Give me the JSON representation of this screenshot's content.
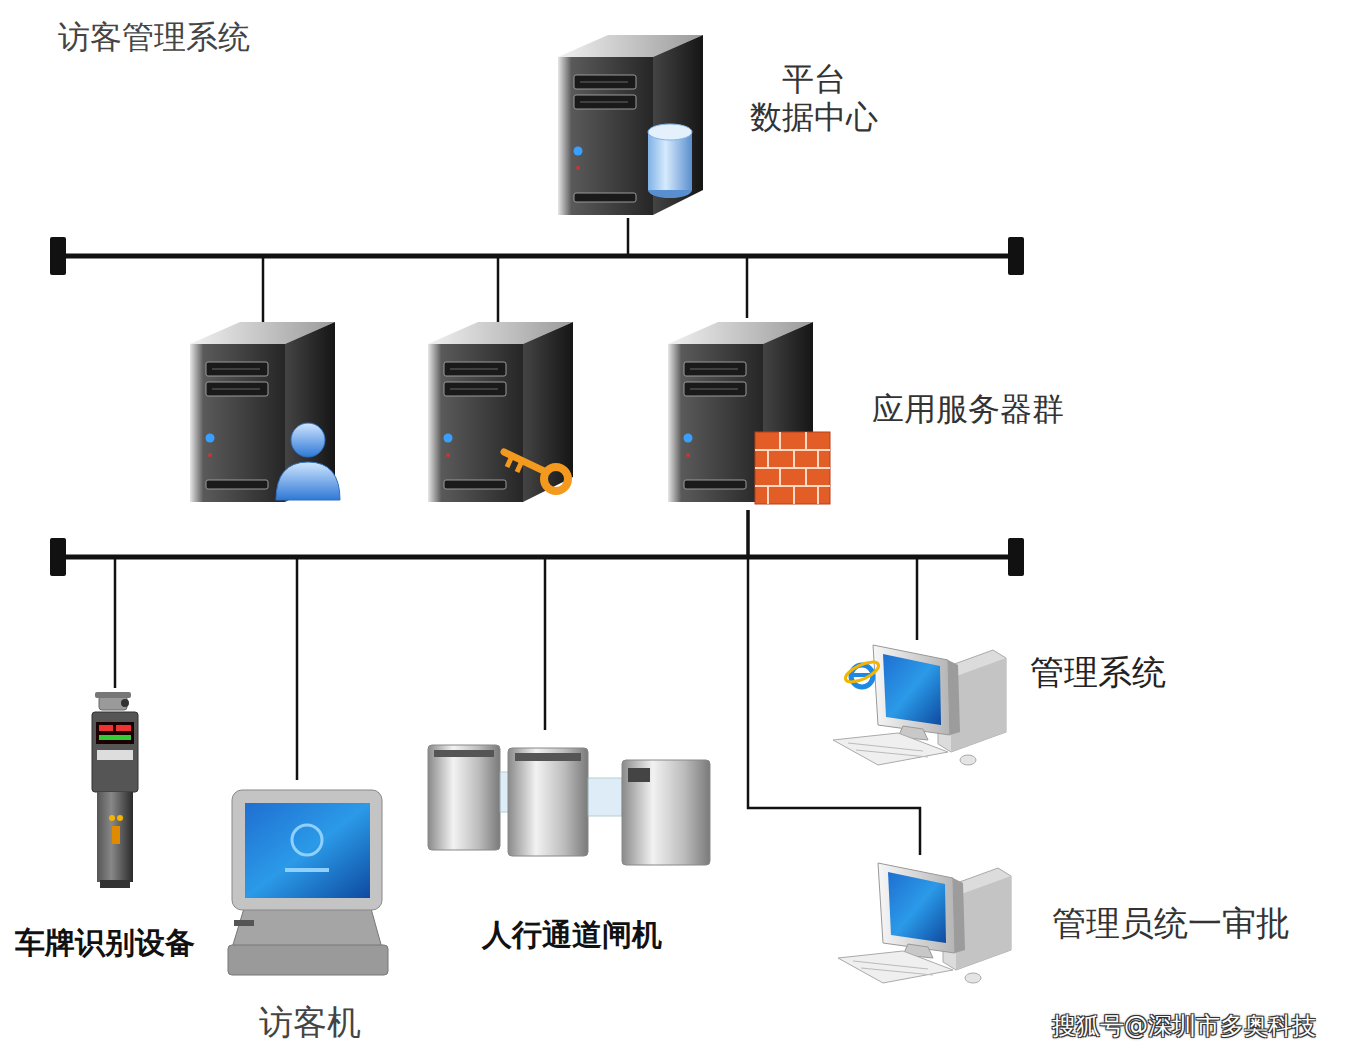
{
  "diagram": {
    "title": "访客管理系统",
    "nodes": [
      {
        "text": [
          "平台 数据中心"
        ]
      },
      {
        "text": [
          "应用服务器群"
        ]
      },
      {
        "text": [
          "车牌识别设备"
        ]
      },
      {
        "text": [
          "访客机"
        ]
      },
      {
        "text": [
          "人行通道闸机"
        ]
      },
      {
        "text": [
          "管理系统"
        ]
      },
      {
        "text": [
          "管理员统一审批"
        ]
      }
    ],
    "edges": [
      {
        "from": 0,
        "to": 1,
        "arrow": "none"
      },
      {
        "from": 1,
        "to": 2,
        "arrow": "none"
      },
      {
        "from": 1,
        "to": 3,
        "arrow": "none"
      },
      {
        "from": 1,
        "to": 4,
        "arrow": "none"
      },
      {
        "from": 1,
        "to": 5,
        "arrow": "none"
      },
      {
        "from": 1,
        "to": 6,
        "arrow": "none"
      }
    ],
    "labels": [
      "搜狐号@深圳市多奥科技"
    ]
  }
}
